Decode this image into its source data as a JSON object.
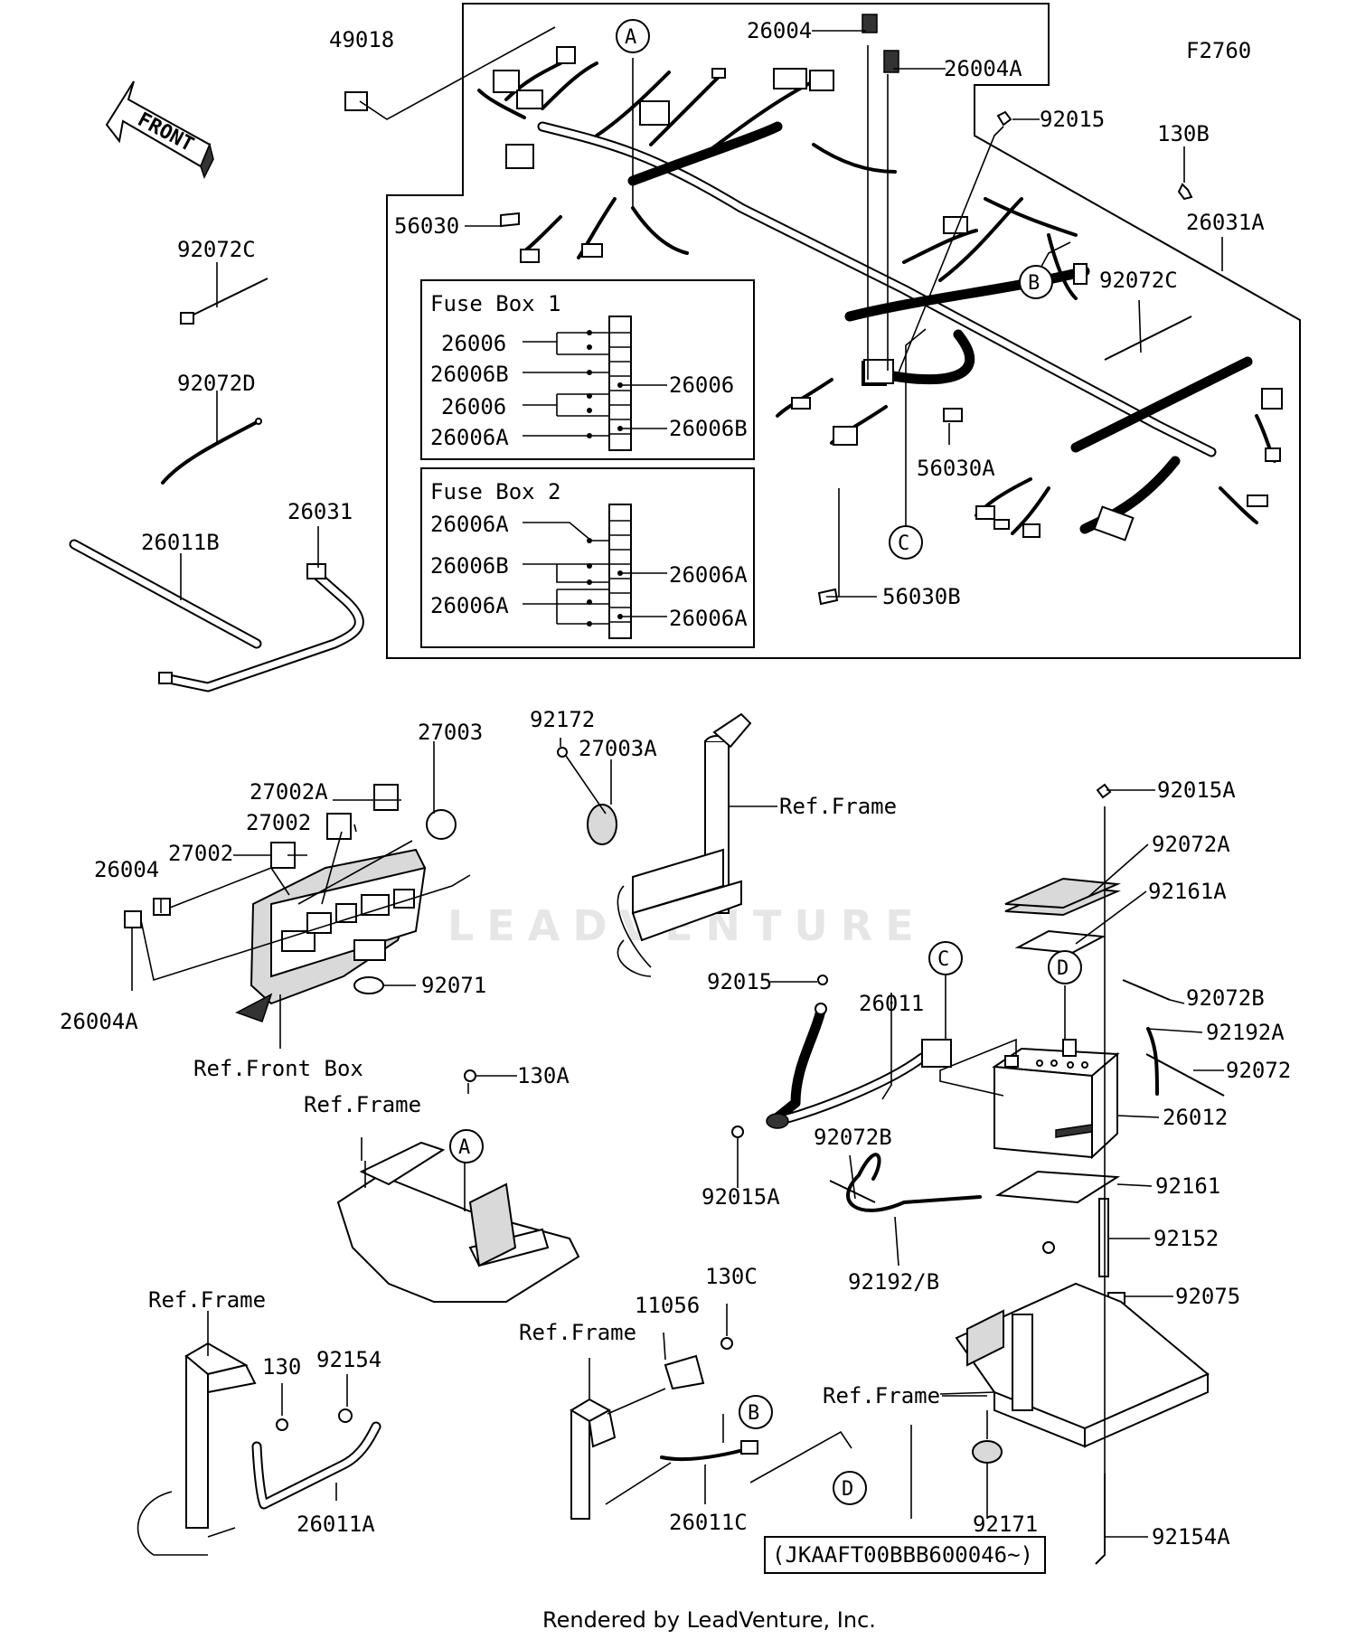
{
  "diagram": {
    "code": "F2760",
    "front": "FRONT",
    "watermark": "LEADVENTURE",
    "footer": "Rendered by LeadVenture, Inc.",
    "serial_note": "(JKAAFT00BBB600046~)",
    "fuse_box_1": {
      "title": "Fuse Box 1",
      "left": [
        "26006",
        "26006B",
        "26006",
        "26006A"
      ],
      "right": [
        "26006",
        "26006B"
      ]
    },
    "fuse_box_2": {
      "title": "Fuse Box 2",
      "left": [
        "26006A",
        "26006B",
        "26006A"
      ],
      "right": [
        "26006A",
        "26006A"
      ]
    },
    "labels": {
      "p49018": "49018",
      "p26004_top": "26004",
      "p26004A_top": "26004A",
      "p92015_top": "92015",
      "p130B": "130B",
      "p26031A": "26031A",
      "p56030": "56030",
      "p92072C_right": "92072C",
      "p56030A": "56030A",
      "p56030B": "56030B",
      "p92072C_left": "92072C",
      "p92072D": "92072D",
      "p26031": "26031",
      "p26011B": "26011B",
      "p27003": "27003",
      "p27002A": "27002A",
      "p27002_a": "27002",
      "p27002_b": "27002",
      "p26004_left": "26004",
      "p26004A_left": "26004A",
      "p92071": "92071",
      "ref_front_box": "Ref.Front Box",
      "p92172": "92172",
      "p27003A": "27003A",
      "ref_frame_1": "Ref.Frame",
      "p92015A_top": "92015A",
      "p92072A": "92072A",
      "p92161A": "92161A",
      "p92072B_right": "92072B",
      "p92192A": "92192A",
      "p92072": "92072",
      "p26012": "26012",
      "p92161": "92161",
      "p92152": "92152",
      "p92075": "92075",
      "p92154A": "92154A",
      "p92015_mid": "92015",
      "p26011": "26011",
      "p92015A_mid": "92015A",
      "p92072B_mid": "92072B",
      "p92192B": "92192/B",
      "p130A": "130A",
      "ref_frame_2": "Ref.Frame",
      "ref_frame_3": "Ref.Frame",
      "p130": "130",
      "p92154": "92154",
      "p26011A": "26011A",
      "ref_frame_4": "Ref.Frame",
      "p11056": "11056",
      "p130C": "130C",
      "p26011C": "26011C",
      "ref_frame_5": "Ref.Frame",
      "p92171": "92171"
    },
    "callouts": {
      "A": "A",
      "B": "B",
      "C": "C",
      "D": "D"
    }
  }
}
